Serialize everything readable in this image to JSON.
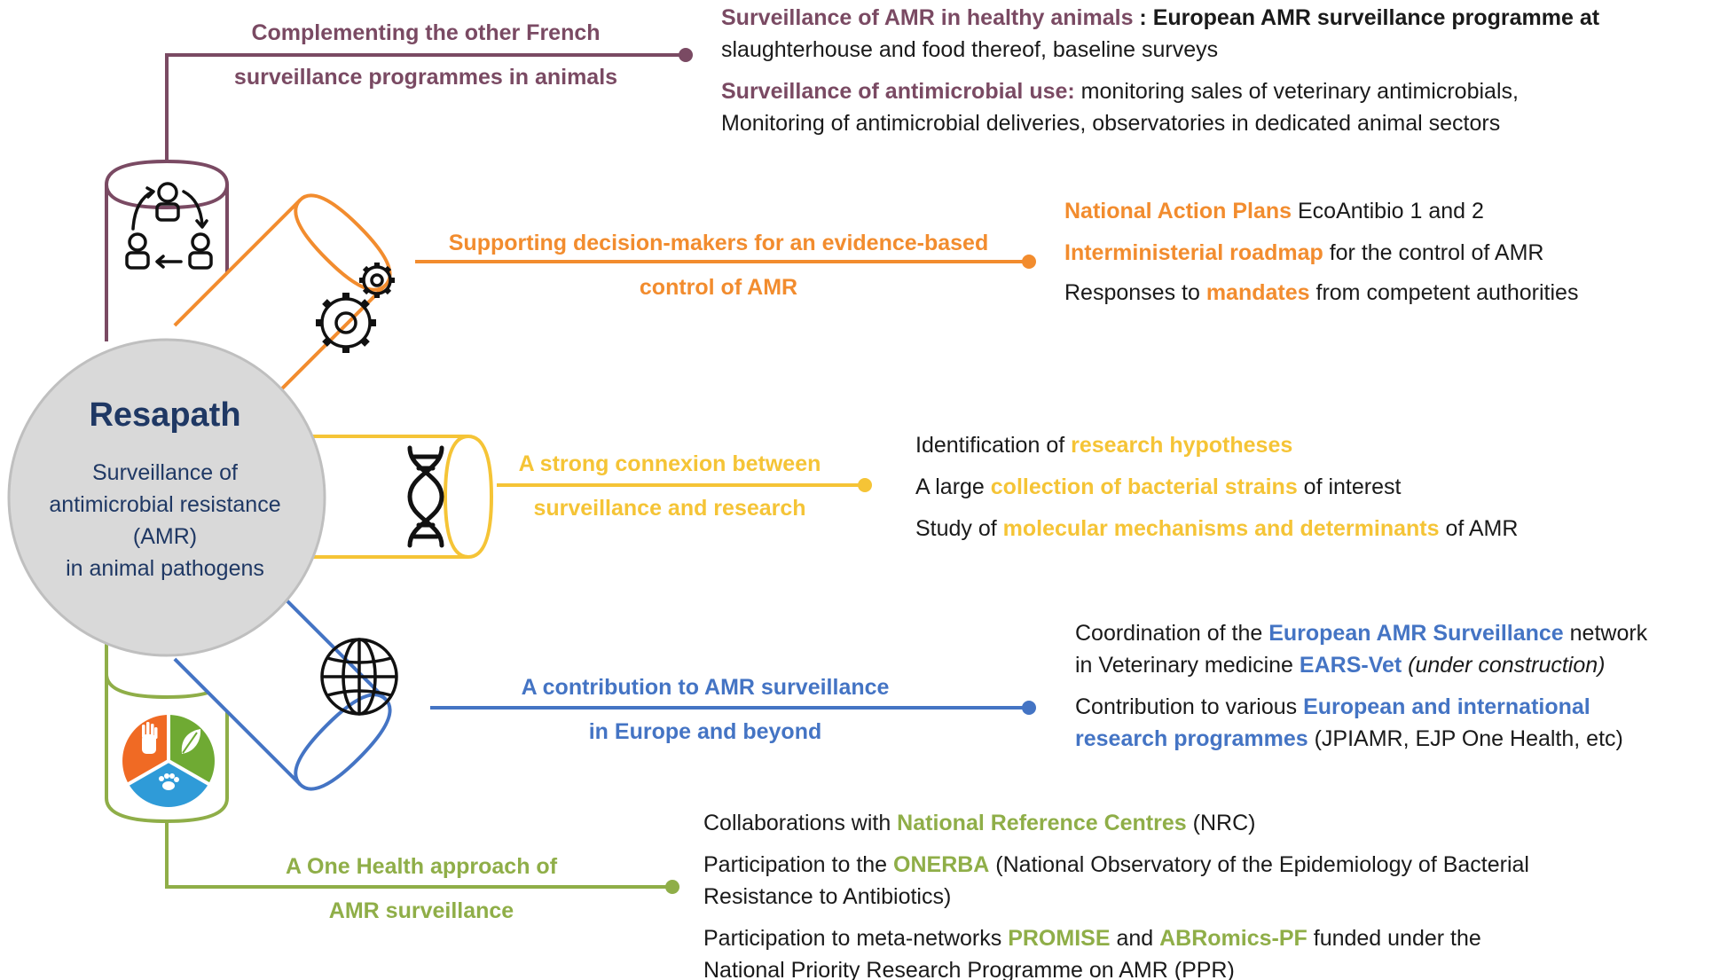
{
  "center": {
    "title": "Resapath",
    "subtitle_lines": [
      "Surveillance of",
      "antimicrobial resistance",
      "(AMR)",
      "in animal pathogens"
    ]
  },
  "colors": {
    "purple": "#7a4a63",
    "orange": "#f28c2e",
    "yellow": "#f5c436",
    "blue": "#4474c4",
    "green": "#8fae48",
    "center_fill": "#d9d9d9",
    "center_text": "#1f3864"
  },
  "branches": {
    "purple": {
      "icon": "people-cycle-icon",
      "label_lines": [
        "Complementing the other French",
        "surveillance programmes in animals"
      ],
      "items": [
        {
          "parts": [
            {
              "text": "Surveillance of AMR in healthy animals",
              "hl": true
            },
            {
              "text": " : European AMR surveillance programme  at"
            }
          ],
          "line2": "slaughterhouse and food thereof, baseline surveys"
        },
        {
          "parts": [
            {
              "text": "Surveillance of antimicrobial use:",
              "hl": true
            },
            {
              "text": "  monitoring sales of veterinary antimicrobials,"
            }
          ],
          "line2": "Monitoring of antimicrobial deliveries, observatories in dedicated animal sectors"
        }
      ]
    },
    "orange": {
      "icon": "gears-icon",
      "label_lines": [
        "Supporting decision-makers for an evidence-based",
        "control of AMR"
      ],
      "items": [
        [
          {
            "text": "National Action Plans",
            "hl": true
          },
          {
            "text": " EcoAntibio 1 and 2"
          }
        ],
        [
          {
            "text": "Interministerial roadmap",
            "hl": true
          },
          {
            "text": " for the control of AMR"
          }
        ],
        [
          {
            "text": "Responses to "
          },
          {
            "text": "mandates",
            "hl": true
          },
          {
            "text": " from competent authorities"
          }
        ]
      ]
    },
    "yellow": {
      "icon": "dna-icon",
      "label_lines": [
        "A strong connexion between",
        "surveillance and research"
      ],
      "items": [
        [
          {
            "text": "Identification of "
          },
          {
            "text": "research hypotheses",
            "hl": true
          }
        ],
        [
          {
            "text": "A large "
          },
          {
            "text": "collection of bacterial strains",
            "hl": true
          },
          {
            "text": " of interest"
          }
        ],
        [
          {
            "text": "Study of "
          },
          {
            "text": "molecular mechanisms and determinants",
            "hl": true
          },
          {
            "text": " of AMR"
          }
        ]
      ]
    },
    "blue": {
      "icon": "globe-icon",
      "label_lines": [
        "A contribution to AMR surveillance",
        "in Europe and beyond"
      ],
      "items": [
        {
          "parts": [
            {
              "text": "Coordination  of the "
            },
            {
              "text": "European AMR Surveillance",
              "hl": true
            },
            {
              "text": " network"
            }
          ],
          "parts2": [
            {
              "text": "in Veterinary medicine "
            },
            {
              "text": "EARS-Vet",
              "hl": true
            },
            {
              "text": " (under construction)",
              "italic": true
            }
          ]
        },
        {
          "parts": [
            {
              "text": "Contribution to various "
            },
            {
              "text": "European and international",
              "hl": true
            }
          ],
          "parts2": [
            {
              "text": "research programmes",
              "hl": true
            },
            {
              "text": " (JPIAMR, EJP One Health, etc)"
            }
          ]
        }
      ]
    },
    "green": {
      "icon": "one-health-icon",
      "label_lines": [
        "A One Health approach of",
        "AMR surveillance"
      ],
      "items": [
        {
          "parts": [
            {
              "text": "Collaborations with "
            },
            {
              "text": "National Reference Centres",
              "hl": true
            },
            {
              "text": " (NRC)"
            }
          ]
        },
        {
          "parts": [
            {
              "text": "Participation to the "
            },
            {
              "text": "ONERBA",
              "hl": true
            },
            {
              "text": " (National Observatory of the Epidemiology of Bacterial"
            }
          ],
          "line2": "Resistance to Antibiotics)"
        },
        {
          "parts": [
            {
              "text": "Participation to meta-networks "
            },
            {
              "text": "PROMISE",
              "hl": true
            },
            {
              "text": " and "
            },
            {
              "text": "ABRomics-PF",
              "hl": true
            },
            {
              "text": " funded under the"
            }
          ],
          "line2": "National Priority Research Programme on AMR (PPR)"
        }
      ]
    }
  }
}
